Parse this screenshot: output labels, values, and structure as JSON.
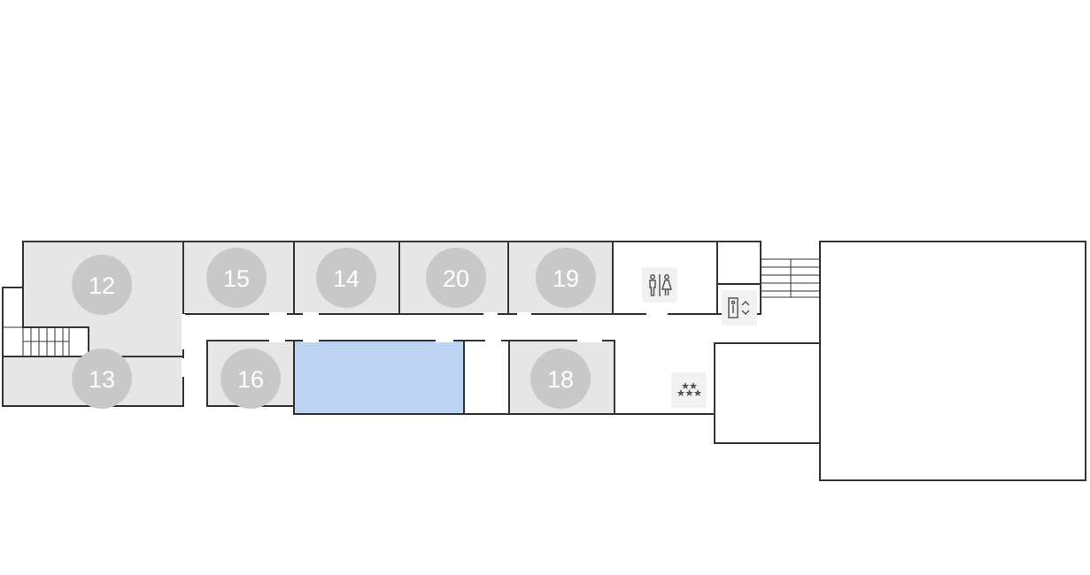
{
  "colors": {
    "room_fill": "#e6e6e6",
    "selected_room_fill": "#bcd4f1",
    "wall": "#333333",
    "badge": "#c8c8c8",
    "badge_text": "#ffffff",
    "icon_background": "#f1f1f1"
  },
  "rooms": [
    {
      "id": "room-12",
      "label": "12"
    },
    {
      "id": "room-15",
      "label": "15"
    },
    {
      "id": "room-14",
      "label": "14"
    },
    {
      "id": "room-20",
      "label": "20"
    },
    {
      "id": "room-19",
      "label": "19"
    },
    {
      "id": "room-13",
      "label": "13"
    },
    {
      "id": "room-16",
      "label": "16"
    },
    {
      "id": "room-18",
      "label": "18"
    }
  ],
  "selected_room": "highlighted-room",
  "icons": {
    "restroom": "restroom-icon",
    "elevator": "elevator-icon",
    "lounge": "stars-icon"
  }
}
